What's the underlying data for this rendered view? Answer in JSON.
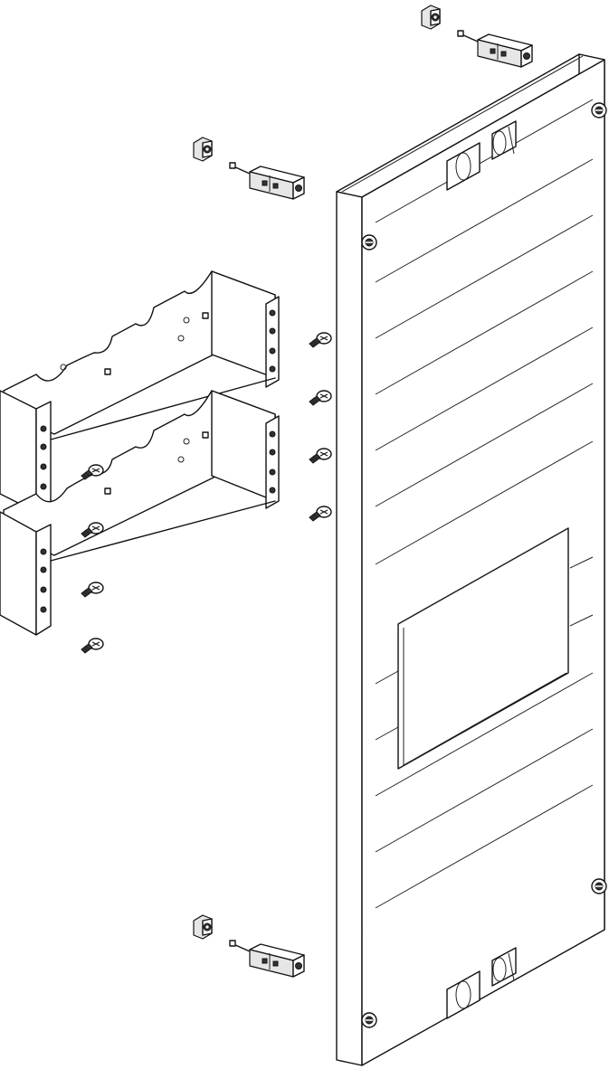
{
  "drawing": {
    "panel_count": 1,
    "mounting_bracket_count": 2,
    "clamp_count": 3,
    "screw_count": 12,
    "colors": {
      "line": "#111111",
      "background": "#ffffff",
      "shade": "#e6e6e6"
    }
  }
}
